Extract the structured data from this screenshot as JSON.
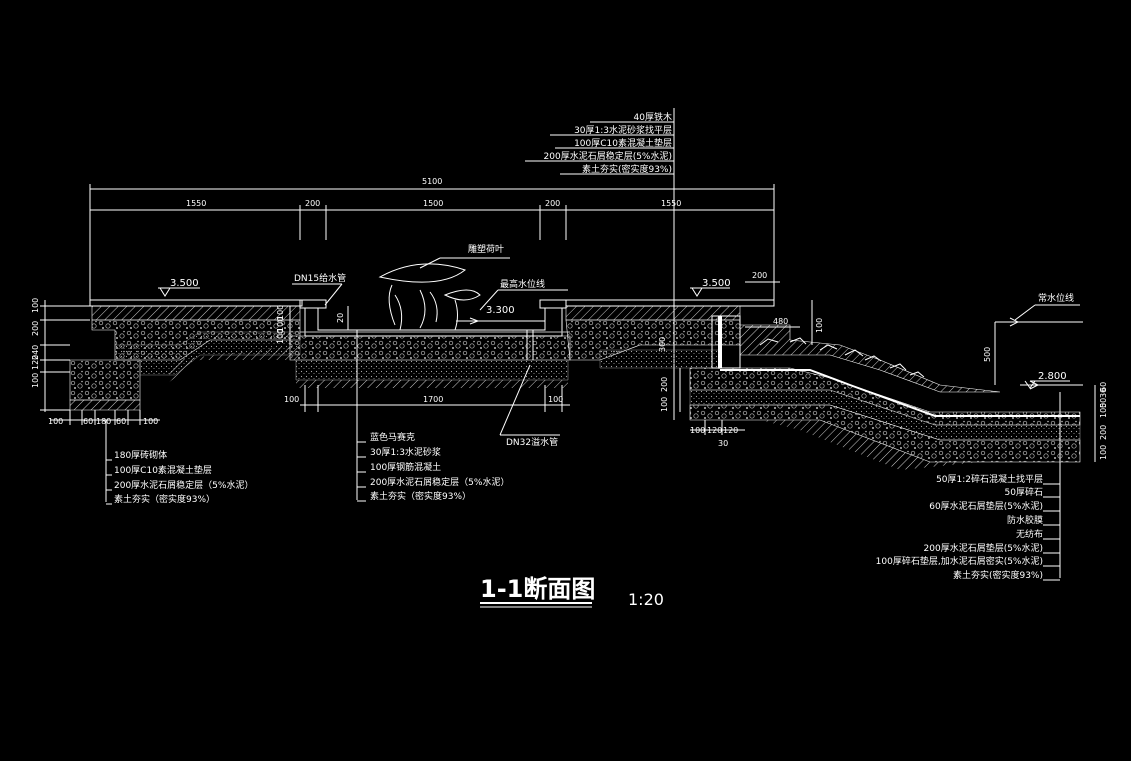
{
  "title": "1-1断面图",
  "scale": "1:20",
  "top_layers": [
    "40厚铁木",
    "30厚1:3水泥砂浆找平层",
    "100厚C10素混凝土垫层",
    "200厚水泥石屑稳定层(5%水泥)",
    "素土夯实(密实度93%)"
  ],
  "dims_top": {
    "total": "5100",
    "d1": "1550",
    "d2": "200",
    "d3": "1500",
    "d4": "200",
    "d5": "1550"
  },
  "dims_left": {
    "a": "100",
    "b": "200",
    "c": "240",
    "d": "120",
    "e": "100"
  },
  "dims_bottom_left": {
    "a": "100",
    "b": "60",
    "c": "180",
    "d": "60",
    "e": "100"
  },
  "dims_bottom_mid": {
    "a": "100",
    "b": "1700",
    "c": "100"
  },
  "dims_mid_vert": {
    "a": "100",
    "b": "100",
    "c": "100",
    "d": "20",
    "e": "300"
  },
  "dims_right": {
    "a": "200",
    "b": "480",
    "c": "100",
    "d": "500",
    "e": "100",
    "f": "200",
    "g": "100",
    "h": "120",
    "i": "30",
    "j": "100",
    "k": "200",
    "l": "100",
    "m": "50",
    "n": "30",
    "o": "60"
  },
  "elevations": {
    "left": "3.500",
    "pool": "3.300",
    "right": "3.500",
    "water": "2.800"
  },
  "annotations": {
    "leaf": "雕塑荷叶",
    "pipe": "DN15给水管",
    "maxwater": "最高水位线",
    "drain": "DN32溢水管",
    "normalwater": "常水位线"
  },
  "left_layers": [
    "180厚砖砌体",
    "100厚C10素混凝土垫层",
    "200厚水泥石屑稳定层（5%水泥）",
    "素土夯实（密实度93%）"
  ],
  "mid_layers": [
    "蓝色马赛克",
    "30厚1:3水泥砂浆",
    "100厚钢筋混凝土",
    "200厚水泥石屑稳定层（5%水泥）",
    "素土夯实（密实度93%）"
  ],
  "right_layers": [
    "50厚1:2碎石混凝土找平层",
    "50厚碎石",
    "60厚水泥石屑垫层(5%水泥)",
    "防水胶膜",
    "无纺布",
    "200厚水泥石屑垫层(5%水泥)",
    "100厚碎石垫层,加水泥石屑密实(5%水泥)",
    "素土夯实(密实度93%)"
  ]
}
